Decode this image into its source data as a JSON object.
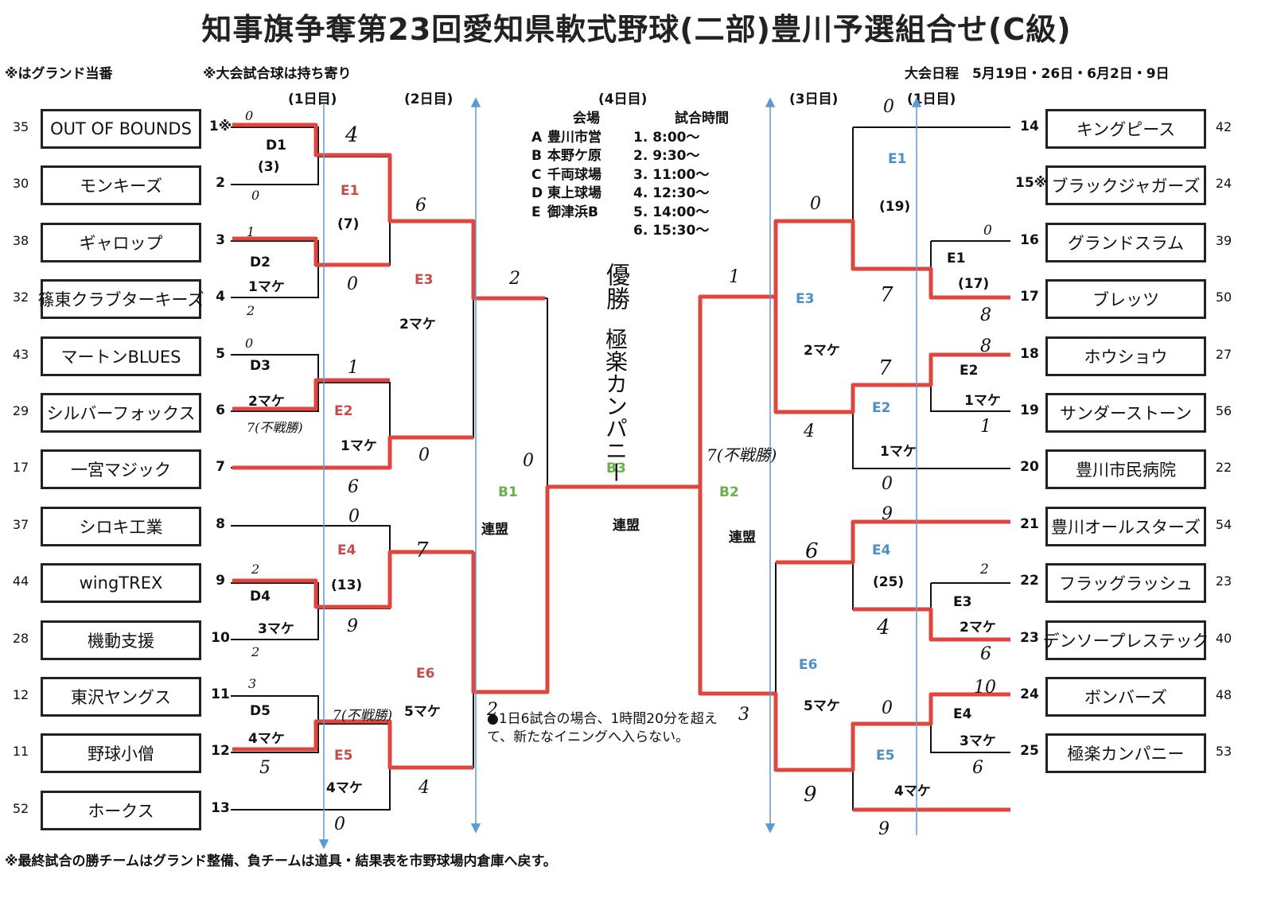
{
  "title": "知事旗争奪第23回愛知県軟式野球(二部)豊川予選組合せ(C級)",
  "notes": {
    "ground_duty": "※はグランド当番",
    "balls": "※大会試合球は持ち寄り",
    "schedule": "大会日程　5月19日・26日・6月2日・9日",
    "footer": "※最終試合の勝チームはグランド整備、負チームは道具・結果表を市野球場内倉庫へ戻す。",
    "rule": "●1日6試合の場合、1時間20分を超えて、新たなイニングへ入らない。"
  },
  "days": {
    "day1": "(1日目)",
    "day2": "(2日目)",
    "day3": "(3日目)",
    "day4": "(4日目)"
  },
  "venues": {
    "header_venue": "会場",
    "header_time": "試合時間",
    "list": [
      {
        "code": "A",
        "name": "豊川市営",
        "time": "1. 8:00～"
      },
      {
        "code": "B",
        "name": "本野ケ原",
        "time": "2. 9:30～"
      },
      {
        "code": "C",
        "name": "千両球場",
        "time": "3. 11:00～"
      },
      {
        "code": "D",
        "name": "東上球場",
        "time": "4. 12:30～"
      },
      {
        "code": "E",
        "name": "御津浜B",
        "time": "5. 14:00～"
      },
      {
        "code": "",
        "name": "",
        "time": "6. 15:30～"
      }
    ]
  },
  "left_teams": [
    {
      "seed": "35",
      "name": "OUT OF BOUNDS",
      "num": "1※"
    },
    {
      "seed": "30",
      "name": "モンキーズ",
      "num": "2"
    },
    {
      "seed": "38",
      "name": "ギャロップ",
      "num": "3"
    },
    {
      "seed": "32",
      "name": "篠東クラブターキーズ",
      "num": "4"
    },
    {
      "seed": "43",
      "name": "マートンBLUES",
      "num": "5"
    },
    {
      "seed": "29",
      "name": "シルバーフォックス",
      "num": "6"
    },
    {
      "seed": "17",
      "name": "一宮マジック",
      "num": "7"
    },
    {
      "seed": "37",
      "name": "シロキ工業",
      "num": "8"
    },
    {
      "seed": "44",
      "name": "wingTREX",
      "num": "9"
    },
    {
      "seed": "28",
      "name": "機動支援",
      "num": "10"
    },
    {
      "seed": "12",
      "name": "東沢ヤングス",
      "num": "11"
    },
    {
      "seed": "11",
      "name": "野球小僧",
      "num": "12"
    },
    {
      "seed": "52",
      "name": "ホークス",
      "num": "13"
    }
  ],
  "right_teams": [
    {
      "seed": "42",
      "name": "キングピース",
      "num": "14"
    },
    {
      "seed": "24",
      "name": "ブラックジャガーズ",
      "num": "15※"
    },
    {
      "seed": "39",
      "name": "グランドスラム",
      "num": "16"
    },
    {
      "seed": "50",
      "name": "ブレッツ",
      "num": "17"
    },
    {
      "seed": "27",
      "name": "ホウショウ",
      "num": "18"
    },
    {
      "seed": "56",
      "name": "サンダーストーン",
      "num": "19"
    },
    {
      "seed": "22",
      "name": "豊川市民病院",
      "num": "20"
    },
    {
      "seed": "54",
      "name": "豊川オールスターズ",
      "num": "21"
    },
    {
      "seed": "23",
      "name": "フラッグラッシュ",
      "num": "22"
    },
    {
      "seed": "40",
      "name": "デンソープレステック",
      "num": "23"
    },
    {
      "seed": "48",
      "name": "ボンバーズ",
      "num": "24"
    },
    {
      "seed": "53",
      "name": "極楽カンパニー",
      "num": "25"
    }
  ],
  "match_labels": {
    "D1": "D1",
    "D1_sub": "(3)",
    "D2": "D2",
    "D2_sub": "1マケ",
    "D3": "D3",
    "D3_sub": "2マケ",
    "D4": "D4",
    "D4_sub": "3マケ",
    "D5": "D5",
    "D5_sub": "4マケ",
    "LE1": "E1",
    "LE1_sub": "(7)",
    "LE2": "E2",
    "LE2_sub": "1マケ",
    "LE3": "E3",
    "LE3_sub": "2マケ",
    "LE4": "E4",
    "LE4_sub": "(13)",
    "LE5": "E5",
    "LE5_sub": "4マケ",
    "LE6": "E6",
    "LE6_sub": "5マケ",
    "RE1a": "E1",
    "RE1a_sub": "(19)",
    "RE1b": "E1",
    "RE1b_sub": "(17)",
    "RE2a": "E2",
    "RE2a_sub": "1マケ",
    "RE2b": "E2",
    "RE2b_sub": "1マケ",
    "RE3a": "E3",
    "RE3a_sub": "2マケ",
    "RE3b": "E3",
    "RE3b_sub": "2マケ",
    "RE4a": "E4",
    "RE4a_sub": "(25)",
    "RE4b": "E4",
    "RE4b_sub": "3マケ",
    "RE5": "E5",
    "RE5_sub": "4マケ",
    "RE6": "E6",
    "RE6_sub": "5マケ",
    "B1": "B1",
    "B1_sub": "連盟",
    "B2": "B2",
    "B2_sub": "連盟",
    "B3": "B3",
    "B3_sub": "連盟"
  },
  "handwritten": {
    "champion": "優勝",
    "winner": "極楽カンパニー",
    "scores": {
      "s_1": "0",
      "s_2": "0",
      "s_3": "1",
      "s_4": "2",
      "s_5": "0",
      "s_6": "2",
      "s_7": "0",
      "s_8": "7(不戦勝)",
      "s_9": "0",
      "s_10": "6",
      "s_11": "2",
      "s_12": "3",
      "s_13": "5",
      "s_14": "0",
      "d1w": "4",
      "d1l": "0",
      "d2w": "1",
      "d2l": "6",
      "d3w": "7(不戦勝)",
      "d3l": "4",
      "d4w": "7",
      "d4l": "9",
      "e1w": "2",
      "e1l": "1",
      "e3w": "0",
      "b1a": "2",
      "b1b": "0",
      "r14": "0",
      "r15": "0",
      "r16": "8",
      "r17": "8",
      "r18": "1",
      "r19": "0",
      "r21": "2",
      "r22": "6",
      "r23": "10",
      "r24": "6",
      "r25": "9",
      "re1": "7",
      "re2": "7",
      "re2l": "4",
      "re1top": "0",
      "re4": "9",
      "re4l": "6",
      "re3": "4",
      "re5": "0",
      "re5l": "9",
      "rb1": "1",
      "rb2": "3",
      "b2note": "7(不戦勝)"
    }
  }
}
